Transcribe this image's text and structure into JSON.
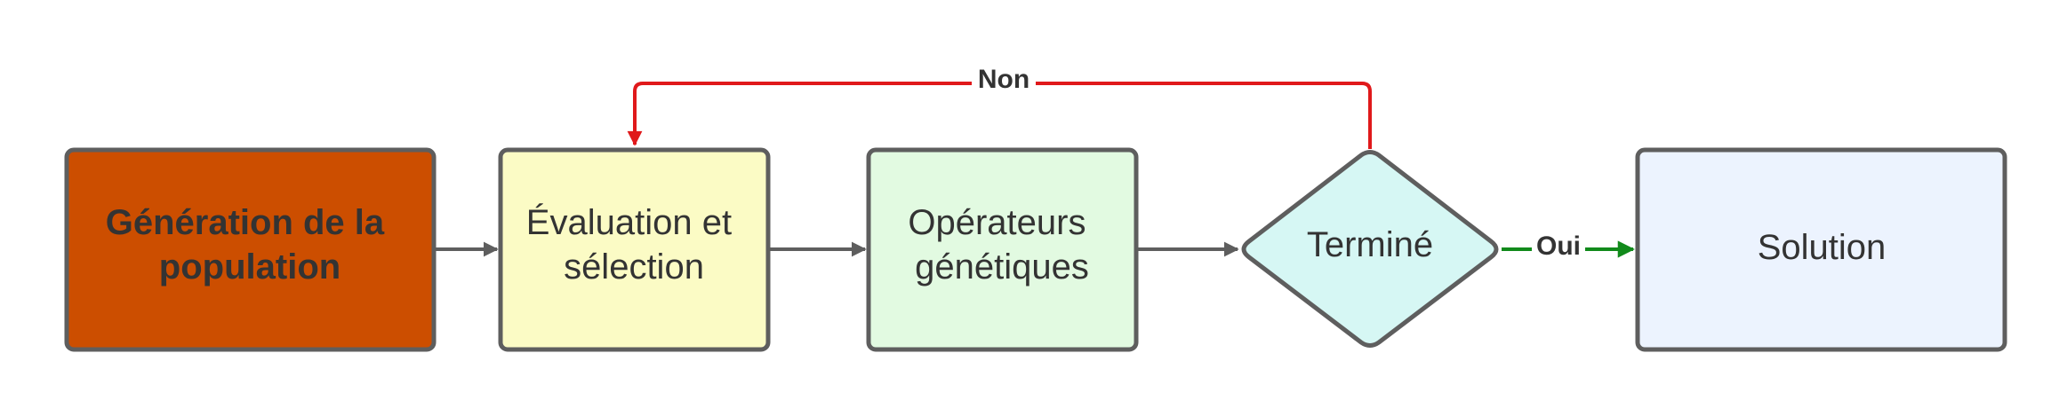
{
  "diagram": {
    "nodes": {
      "generation": {
        "line1": "Génération de la",
        "line2": "population",
        "fill": "#cc4e00"
      },
      "evaluation": {
        "line1": "Évaluation et",
        "line2": "sélection",
        "fill": "#fbfbc5"
      },
      "operators": {
        "line1": "Opérateurs",
        "line2": "génétiques",
        "fill": "#e2fae1"
      },
      "decision": {
        "label": "Terminé",
        "fill": "#d6f7f4"
      },
      "solution": {
        "label": "Solution",
        "fill": "#ecf3fe"
      }
    },
    "edges": {
      "no_label": "Non",
      "yes_label": "Oui"
    },
    "colors": {
      "border": "#5e5e5e",
      "arrow": "#5e5e5e",
      "loop_arrow": "#e0191b",
      "yes_arrow": "#118a1b",
      "text": "#333333"
    }
  }
}
